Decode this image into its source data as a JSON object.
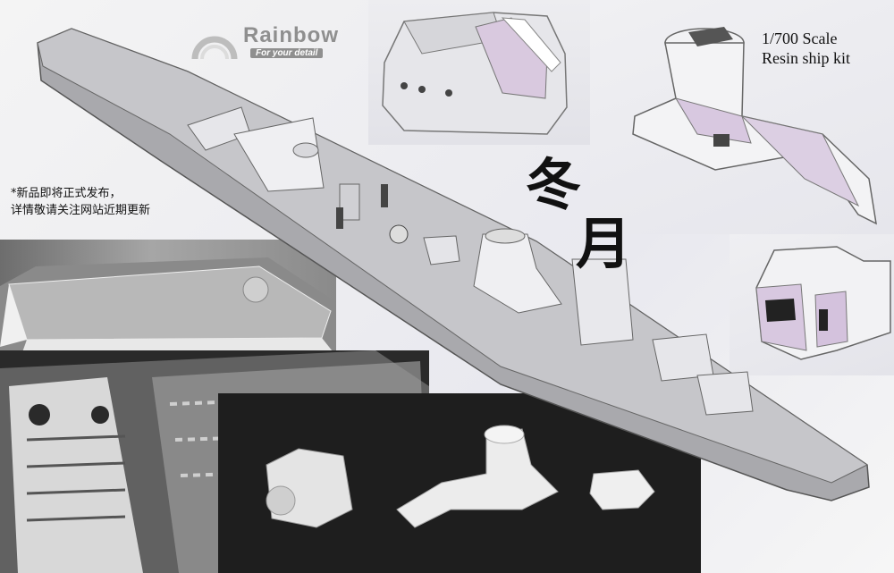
{
  "brand": {
    "name": "Rainbow",
    "tagline": "For your detail"
  },
  "scale_label": {
    "line1": "1/700 Scale",
    "line2": "Resin ship kit"
  },
  "notice": {
    "line1": "*新品即将正式发布，",
    "line2": "详情敬请关注网站近期更新"
  },
  "ship_name": {
    "char1": "冬",
    "char2": "月"
  },
  "colors": {
    "hull": "#a9a9ad",
    "deck": "#c6c6ca",
    "resin_highlight": "#d8c8e0",
    "brand_gray": "#8f8f8f"
  }
}
